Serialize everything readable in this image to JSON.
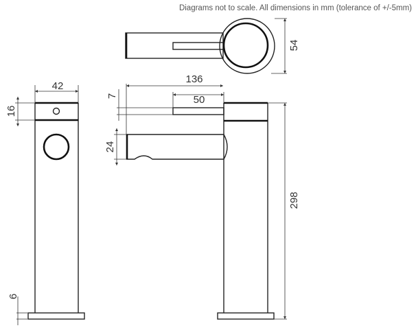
{
  "note": "Diagrams not to scale. All dimensions in mm (tolerance of +/-5mm)",
  "dimensions": {
    "front_width": "42",
    "front_top_band": "16",
    "base_height": "6",
    "spout_reach": "136",
    "lever_length": "50",
    "lever_height": "7",
    "spout_height": "24",
    "total_height": "298",
    "top_depth": "54"
  }
}
